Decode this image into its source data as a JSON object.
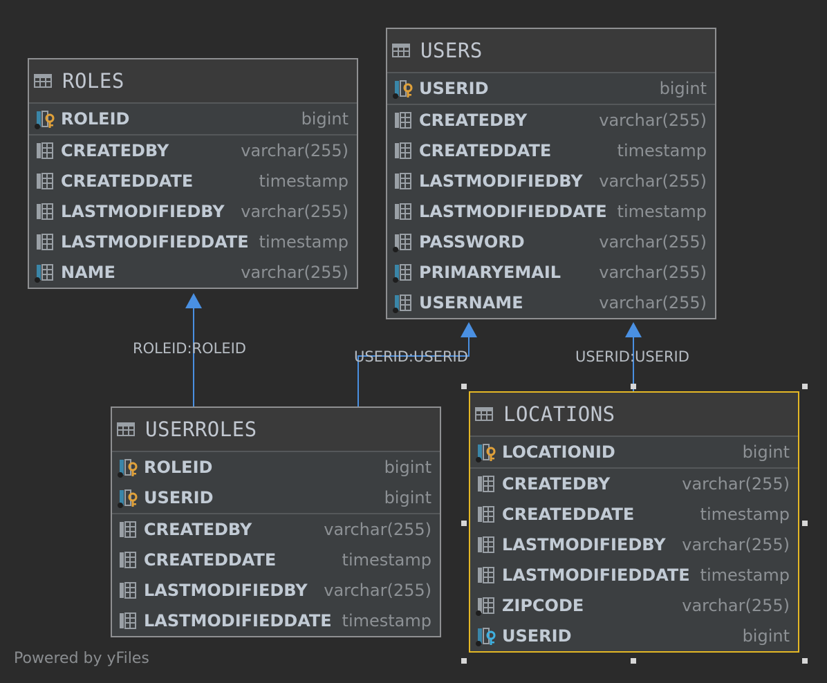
{
  "tables": {
    "roles": {
      "title": "ROLES",
      "pk": [
        {
          "name": "ROLEID",
          "type": "bigint"
        }
      ],
      "columns": [
        {
          "name": "CREATEDBY",
          "type": "varchar(255)"
        },
        {
          "name": "CREATEDDATE",
          "type": "timestamp"
        },
        {
          "name": "LASTMODIFIEDBY",
          "type": "varchar(255)"
        },
        {
          "name": "LASTMODIFIEDDATE",
          "type": "timestamp"
        },
        {
          "name": "NAME",
          "type": "varchar(255)"
        }
      ]
    },
    "users": {
      "title": "USERS",
      "pk": [
        {
          "name": "USERID",
          "type": "bigint"
        }
      ],
      "columns": [
        {
          "name": "CREATEDBY",
          "type": "varchar(255)"
        },
        {
          "name": "CREATEDDATE",
          "type": "timestamp"
        },
        {
          "name": "LASTMODIFIEDBY",
          "type": "varchar(255)"
        },
        {
          "name": "LASTMODIFIEDDATE",
          "type": "timestamp"
        },
        {
          "name": "PASSWORD",
          "type": "varchar(255)"
        },
        {
          "name": "PRIMARYEMAIL",
          "type": "varchar(255)"
        },
        {
          "name": "USERNAME",
          "type": "varchar(255)"
        }
      ]
    },
    "userroles": {
      "title": "USERROLES",
      "pk": [
        {
          "name": "ROLEID",
          "type": "bigint"
        },
        {
          "name": "USERID",
          "type": "bigint"
        }
      ],
      "columns": [
        {
          "name": "CREATEDBY",
          "type": "varchar(255)"
        },
        {
          "name": "CREATEDDATE",
          "type": "timestamp"
        },
        {
          "name": "LASTMODIFIEDBY",
          "type": "varchar(255)"
        },
        {
          "name": "LASTMODIFIEDDATE",
          "type": "timestamp"
        }
      ]
    },
    "locations": {
      "title": "LOCATIONS",
      "pk": [
        {
          "name": "LOCATIONID",
          "type": "bigint"
        }
      ],
      "columns": [
        {
          "name": "CREATEDBY",
          "type": "varchar(255)"
        },
        {
          "name": "CREATEDDATE",
          "type": "timestamp"
        },
        {
          "name": "LASTMODIFIEDBY",
          "type": "varchar(255)"
        },
        {
          "name": "LASTMODIFIEDDATE",
          "type": "timestamp"
        },
        {
          "name": "ZIPCODE",
          "type": "varchar(255)"
        },
        {
          "name": "USERID",
          "type": "bigint"
        }
      ]
    }
  },
  "relations": {
    "userroles_roles": "ROLEID:ROLEID",
    "userroles_users": "USERID:USERID",
    "locations_users": "USERID:USERID"
  },
  "footer": "Powered by yFiles",
  "colors": {
    "background": "#2b2b2b",
    "table_bg": "#3c3f41",
    "selected_border": "#e5b825",
    "connector": "#4a90e2",
    "key_gold": "#e0a13a",
    "key_blue": "#3fb0e0"
  },
  "icons": {
    "table_header": "table-icon",
    "primary_key": "primary-key-icon",
    "foreign_key": "foreign-key-icon",
    "column": "column-icon",
    "not_null_column": "not-null-column-icon",
    "indexed_column": "indexed-column-icon"
  }
}
